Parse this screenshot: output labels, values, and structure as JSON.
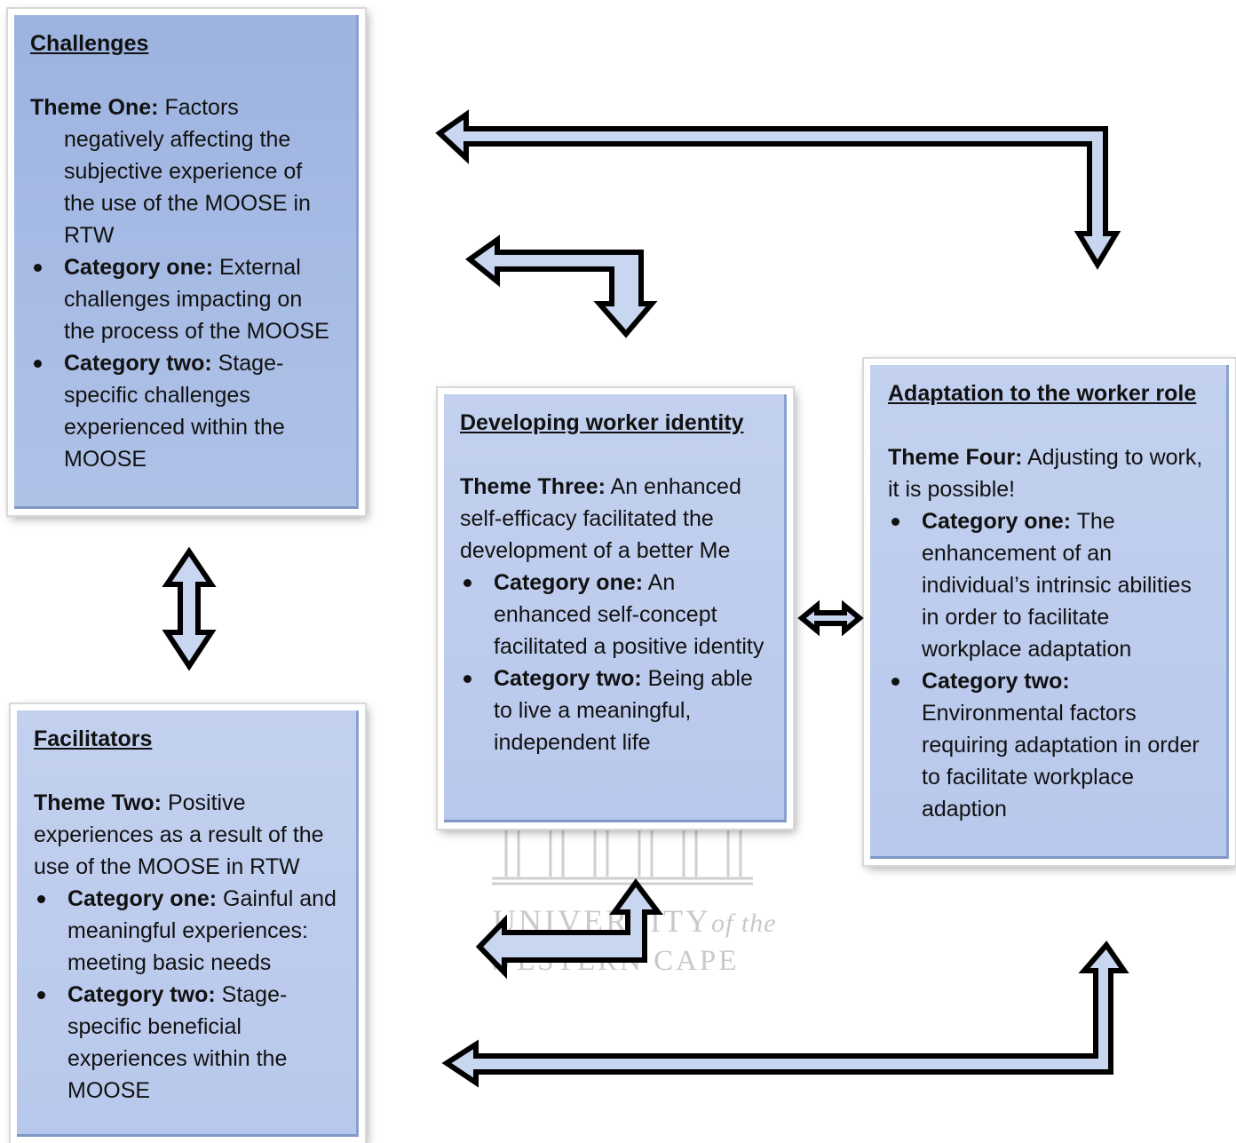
{
  "challenges": {
    "title": "Challenges",
    "theme_label": "Theme One:",
    "theme_text": "Factors negatively affecting the subjective experience of the use of the MOOSE in RTW",
    "categories": [
      {
        "label": "Category one:",
        "text": "External challenges impacting on the process of the MOOSE"
      },
      {
        "label": "Category two:",
        "text": "Stage-specific challenges experienced within the MOOSE"
      }
    ]
  },
  "facilitators": {
    "title": "Facilitators",
    "theme_label": "Theme Two:",
    "theme_text": "Positive experiences as a result of the use of the MOOSE in RTW",
    "categories": [
      {
        "label": "Category one:",
        "text": "Gainful and meaningful experiences: meeting basic needs"
      },
      {
        "label": "Category two:",
        "text": "Stage-specific beneficial experiences within the MOOSE"
      }
    ]
  },
  "identity": {
    "title": "Developing worker identity",
    "theme_label": "Theme Three:",
    "theme_text": "An enhanced self-efficacy facilitated the development of a better Me",
    "categories": [
      {
        "label": "Category one:",
        "text": "An enhanced self-concept facilitated a positive identity"
      },
      {
        "label": "Category two:",
        "text": "Being able to live a meaningful, independent life"
      }
    ]
  },
  "adaptation": {
    "title": "Adaptation to the worker role",
    "theme_label": "Theme Four:",
    "theme_text": "Adjusting to work, it is possible!",
    "categories": [
      {
        "label": "Category one:",
        "text": "The enhancement of an individual’s intrinsic abilities in order to facilitate workplace adaptation"
      },
      {
        "label": "Category two:",
        "text": "Environmental factors requiring adaptation in order to facilitate workplace adaption"
      }
    ]
  },
  "watermark": {
    "line1": "UNIVERSITY",
    "line1_suffix": "of the",
    "line2": "WESTERN CAPE"
  },
  "colors": {
    "arrow_fill": "#c9d6f0",
    "arrow_stroke": "#000000",
    "box_dark": "#9db3e0",
    "box_light": "#c3d1ef"
  }
}
